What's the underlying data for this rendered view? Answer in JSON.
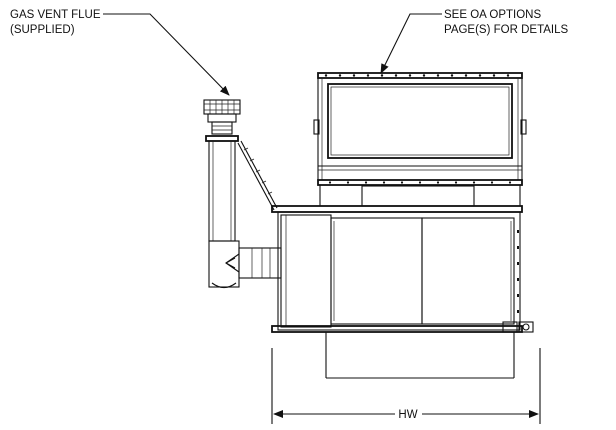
{
  "callouts": {
    "flue": {
      "line1": "GAS VENT FLUE",
      "line2": "(SUPPLIED)"
    },
    "options": {
      "line1": "SEE OA OPTIONS",
      "line2": "PAGE(S) FOR DETAILS"
    }
  },
  "dimension": {
    "label": "HW"
  },
  "colors": {
    "line": "#111111",
    "background": "#ffffff"
  }
}
